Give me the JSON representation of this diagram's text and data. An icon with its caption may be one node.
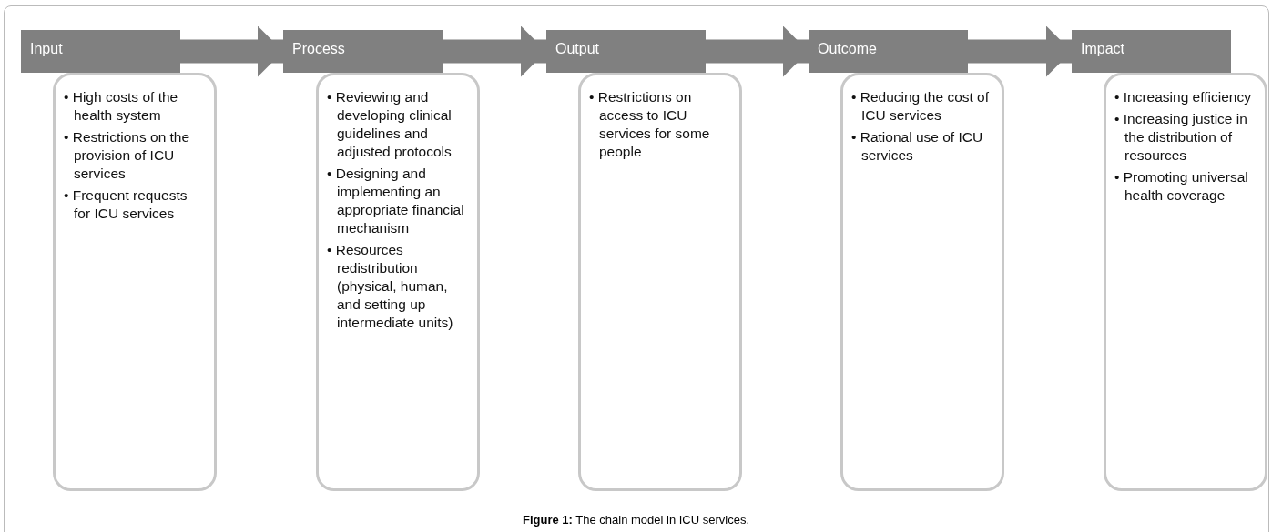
{
  "diagram": {
    "caption": "**Figure 1:** The chain model in ICU services.",
    "nodes": [
      {
        "text": [
          "Input"
        ]
      },
      {
        "text": [
          "• High costs of the health system",
          "• Restrictions on the provision of ICU services",
          "• Frequent requests for ICU services"
        ]
      },
      {
        "text": [
          "Process"
        ]
      },
      {
        "text": [
          "• Reviewing and developing clinical guidelines and adjusted protocols",
          "• Designing and implementing an appropriate financial mechanism",
          "• Resources redistribution (physical, human, and setting up intermediate units)"
        ]
      },
      {
        "text": [
          "Output"
        ]
      },
      {
        "text": [
          "• Restrictions on access to ICU services for some people"
        ]
      },
      {
        "text": [
          "Outcome"
        ]
      },
      {
        "text": [
          "• Reducing the cost of ICU services",
          "• Rational use of ICU services"
        ]
      },
      {
        "text": [
          "Impact"
        ]
      },
      {
        "text": [
          "• Increasing efficiency",
          "• Increasing justice in the distribution of resources",
          "• Promoting universal health coverage"
        ]
      }
    ],
    "edges": [
      {
        "from": 0,
        "to": 2,
        "arrow": "to"
      },
      {
        "from": 2,
        "to": 4,
        "arrow": "to"
      },
      {
        "from": 4,
        "to": 6,
        "arrow": "to"
      },
      {
        "from": 6,
        "to": 8,
        "arrow": "to"
      }
    ]
  }
}
